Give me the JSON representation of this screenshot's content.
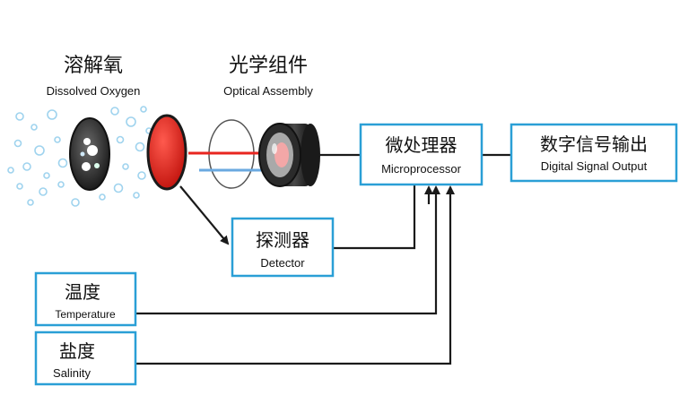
{
  "labels": {
    "dissolved_oxygen_cn": "溶解氧",
    "dissolved_oxygen_en": "Dissolved Oxygen",
    "optical_assembly_cn": "光学组件",
    "optical_assembly_en": "Optical Assembly"
  },
  "boxes": {
    "microprocessor": {
      "cn": "微处理器",
      "en": "Microprocessor"
    },
    "digital_output": {
      "cn": "数字信号输出",
      "en": "Digital Signal Output"
    },
    "detector": {
      "cn": "探测器",
      "en": "Detector"
    },
    "temperature": {
      "cn": "温度",
      "en": "Temperature"
    },
    "salinity": {
      "cn": "盐度",
      "en": "Salinity"
    }
  },
  "colors": {
    "box_border": "#2a9fd6",
    "line": "#1a1a1a",
    "membrane_red": "#e8251f",
    "bubble": "#9fd3ee",
    "beam_red": "#e8251f",
    "beam_blue": "#6aa9e0"
  }
}
